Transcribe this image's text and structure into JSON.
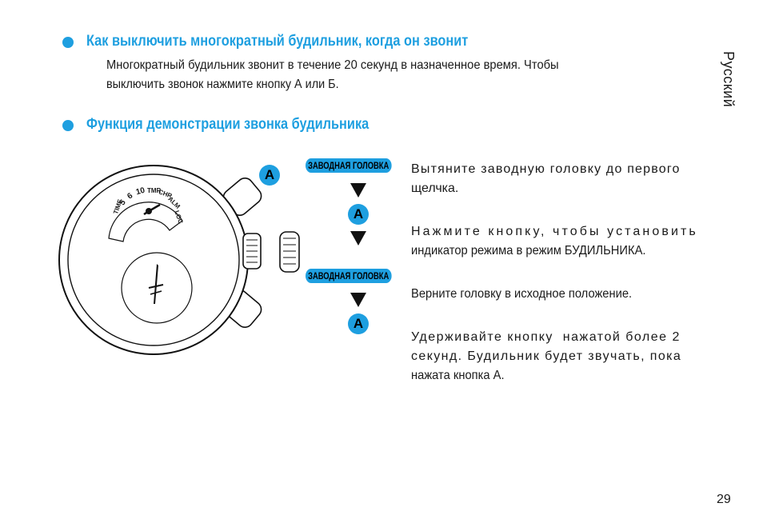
{
  "section1": {
    "title": "Как выключить многократный будильник, когда он звонит",
    "paragraph_line1": "Многократный будильник звонит в течение 20 секунд в назначенное время. Чтобы",
    "paragraph_line2": "выключить звонок нажмите кнопку А или Б."
  },
  "section2": {
    "title": "Функция демонстрации звонка будильника"
  },
  "side_label": "Русский",
  "page_number": "29",
  "diagram": {
    "watch_button_label": "A",
    "dial_labels": {
      "time": "TIME",
      "five": "5",
      "six": "6",
      "ten": "10",
      "tmr": "TMR",
      "chr": "CHR",
      "alm": "ALM",
      "loc": "LOC"
    },
    "flow": [
      {
        "tag": "ЗАВОДНАЯ ГОЛОВКА"
      },
      {
        "button": "A"
      },
      {
        "tag": "ЗАВОДНАЯ ГОЛОВКА"
      },
      {
        "button": "A"
      }
    ]
  },
  "steps": {
    "step1_line1": "Вытяните заводную головку до первого",
    "step1_line2": "щелчка.",
    "step2_line1": "Нажмите кнопку, чтобы установить",
    "step2_line2": "индикатор режима в режим БУДИЛЬНИКА.",
    "step3_line1": "Верните головку в исходное положение.",
    "step4_line1": "Удерживайте кнопку  нажатой более 2",
    "step4_line2": "секунд. Будильник будет звучать, пока",
    "step4_line3": "нажата кнопка А."
  },
  "colors": {
    "accent": "#1e9fe0",
    "text": "#1a1a1a"
  }
}
